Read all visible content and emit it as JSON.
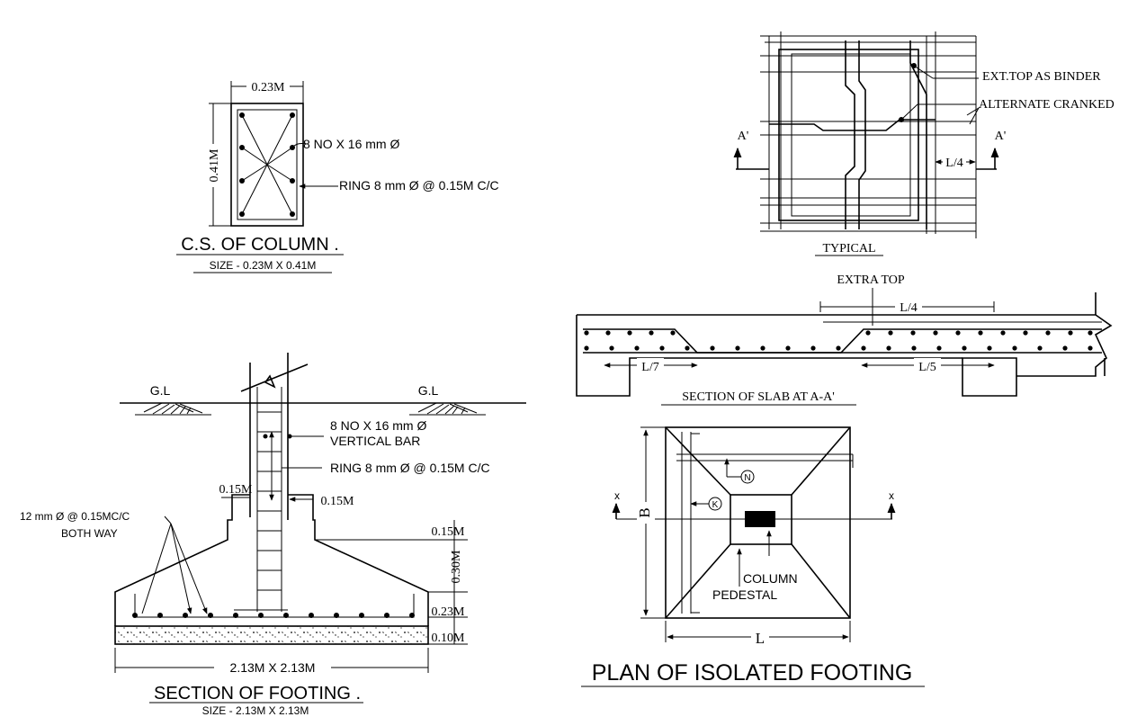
{
  "column_section": {
    "width_dim": "0.23M",
    "height_dim": "0.41M",
    "bar_note": "8 NO X 16 mm Ø",
    "ring_note": "RING 8 mm Ø @ 0.15M C/C",
    "title": "C.S. OF COLUMN .",
    "subtitle": "SIZE - 0.23M X 0.41M"
  },
  "typical_plan": {
    "note_binder": "EXT.TOP AS BINDER",
    "note_cranked": "ALTERNATE CRANKED",
    "section_mark_left": "A'",
    "section_mark_right": "A'",
    "dim": "L/4",
    "title": "TYPICAL"
  },
  "slab_section": {
    "extra_top": "EXTRA TOP",
    "dim_top": "L/4",
    "dim_left": "L/7",
    "dim_right": "L/5",
    "title": "SECTION OF SLAB AT A-A'"
  },
  "footing_section": {
    "gl_left": "G.L",
    "gl_right": "G.L",
    "vertical_bar_note_1": "8 NO X 16 mm Ø",
    "vertical_bar_note_2": "VERTICAL BAR",
    "ring_note": "RING 8 mm Ø @ 0.15M C/C",
    "mesh_note_1": "12 mm Ø @ 0.15MC/C",
    "mesh_note_2": "BOTH WAY",
    "dim_offset_left": "0.15M",
    "dim_offset_right": "0.15M",
    "dim_h1": "0.15M",
    "dim_h2": "0.30M",
    "dim_h3": "0.23M",
    "dim_h4": "0.10M",
    "dim_width": "2.13M X 2.13M",
    "title": "SECTION OF FOOTING .",
    "subtitle": "SIZE - 2.13M X 2.13M"
  },
  "footing_plan": {
    "section_mark_left": "x",
    "section_mark_right": "x",
    "dim_b": "B",
    "dim_l": "L",
    "callout_n": "N",
    "callout_k": "K",
    "label_column": "COLUMN",
    "label_pedestal": "PEDESTAL",
    "title": "PLAN OF ISOLATED  FOOTING"
  },
  "slab_bottom_bar_count": 21,
  "footing_bottom_bar_count": 12
}
